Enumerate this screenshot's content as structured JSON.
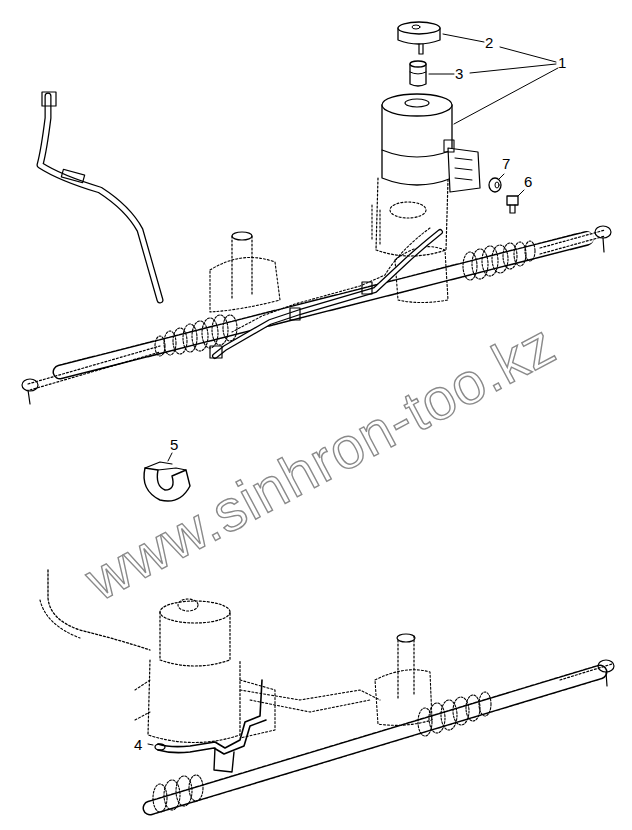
{
  "diagram": {
    "labels": [
      "2",
      "1",
      "3",
      "7",
      "6",
      "5",
      "4",
      "www.sinhron-too.kz"
    ]
  }
}
